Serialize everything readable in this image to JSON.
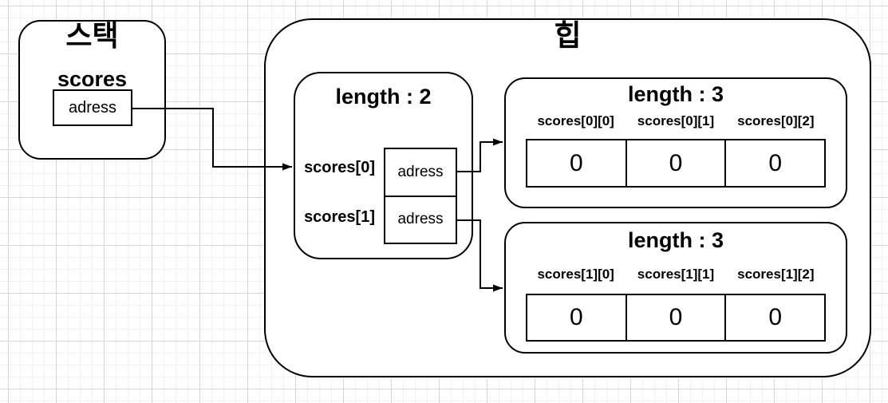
{
  "colors": {
    "stroke": "#000000",
    "shape_fill": "#ffffff",
    "grid_major": "#d6d6d6",
    "grid_minor": "#f2f2f2",
    "text": "#000000"
  },
  "stack": {
    "title": "스택",
    "variable_label": "scores",
    "address_cell": "adress"
  },
  "heap": {
    "title": "힙",
    "pointer_block": {
      "title": "length : 2",
      "rows": [
        {
          "label": "scores[0]",
          "value": "adress"
        },
        {
          "label": "scores[1]",
          "value": "adress"
        }
      ]
    },
    "row_arrays": [
      {
        "title": "length : 3",
        "cells": [
          {
            "label": "scores[0][0]",
            "value": "0"
          },
          {
            "label": "scores[0][1]",
            "value": "0"
          },
          {
            "label": "scores[0][2]",
            "value": "0"
          }
        ]
      },
      {
        "title": "length : 3",
        "cells": [
          {
            "label": "scores[1][0]",
            "value": "0"
          },
          {
            "label": "scores[1][1]",
            "value": "0"
          },
          {
            "label": "scores[1][2]",
            "value": "0"
          }
        ]
      }
    ]
  },
  "connections": [
    "stack scores adress -> heap length : 2 block",
    "scores[0] adress -> row array length : 3 (scores[0][..])",
    "scores[1] adress -> row array length : 3 (scores[1][..])"
  ]
}
